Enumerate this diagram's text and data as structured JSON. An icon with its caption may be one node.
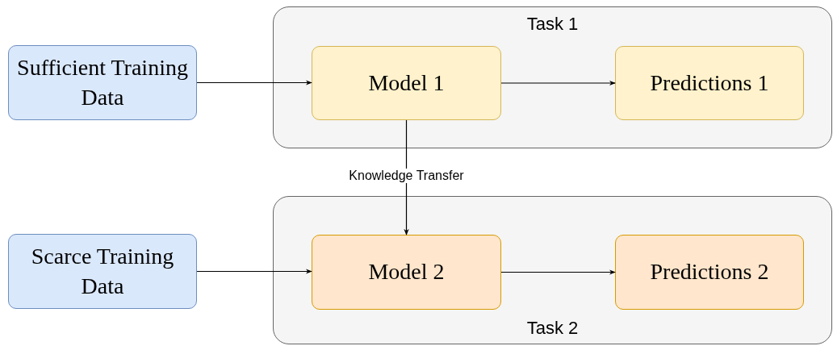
{
  "diagram": {
    "nodes": [
      {
        "text": [
          "Task 1"
        ]
      },
      {
        "text": [
          "Sufficient Training Data"
        ]
      },
      {
        "text": [
          "Model 1"
        ],
        "in": 0
      },
      {
        "text": [
          "Predictions 1"
        ],
        "in": 0
      },
      {
        "text": [
          "Task 2"
        ]
      },
      {
        "text": [
          "Scarce Training Data"
        ]
      },
      {
        "text": [
          "Model 2"
        ],
        "in": 4
      },
      {
        "text": [
          "Predictions 2"
        ],
        "in": 4
      }
    ],
    "edges": [
      {
        "from": 1,
        "to": 2,
        "arrow": "to"
      },
      {
        "from": 2,
        "to": 3,
        "arrow": "to"
      },
      {
        "from": 2,
        "to": 6,
        "arrow": "to",
        "label": "Knowledge Transfer"
      },
      {
        "from": 5,
        "to": 6,
        "arrow": "to"
      },
      {
        "from": 6,
        "to": 7,
        "arrow": "to"
      }
    ]
  }
}
